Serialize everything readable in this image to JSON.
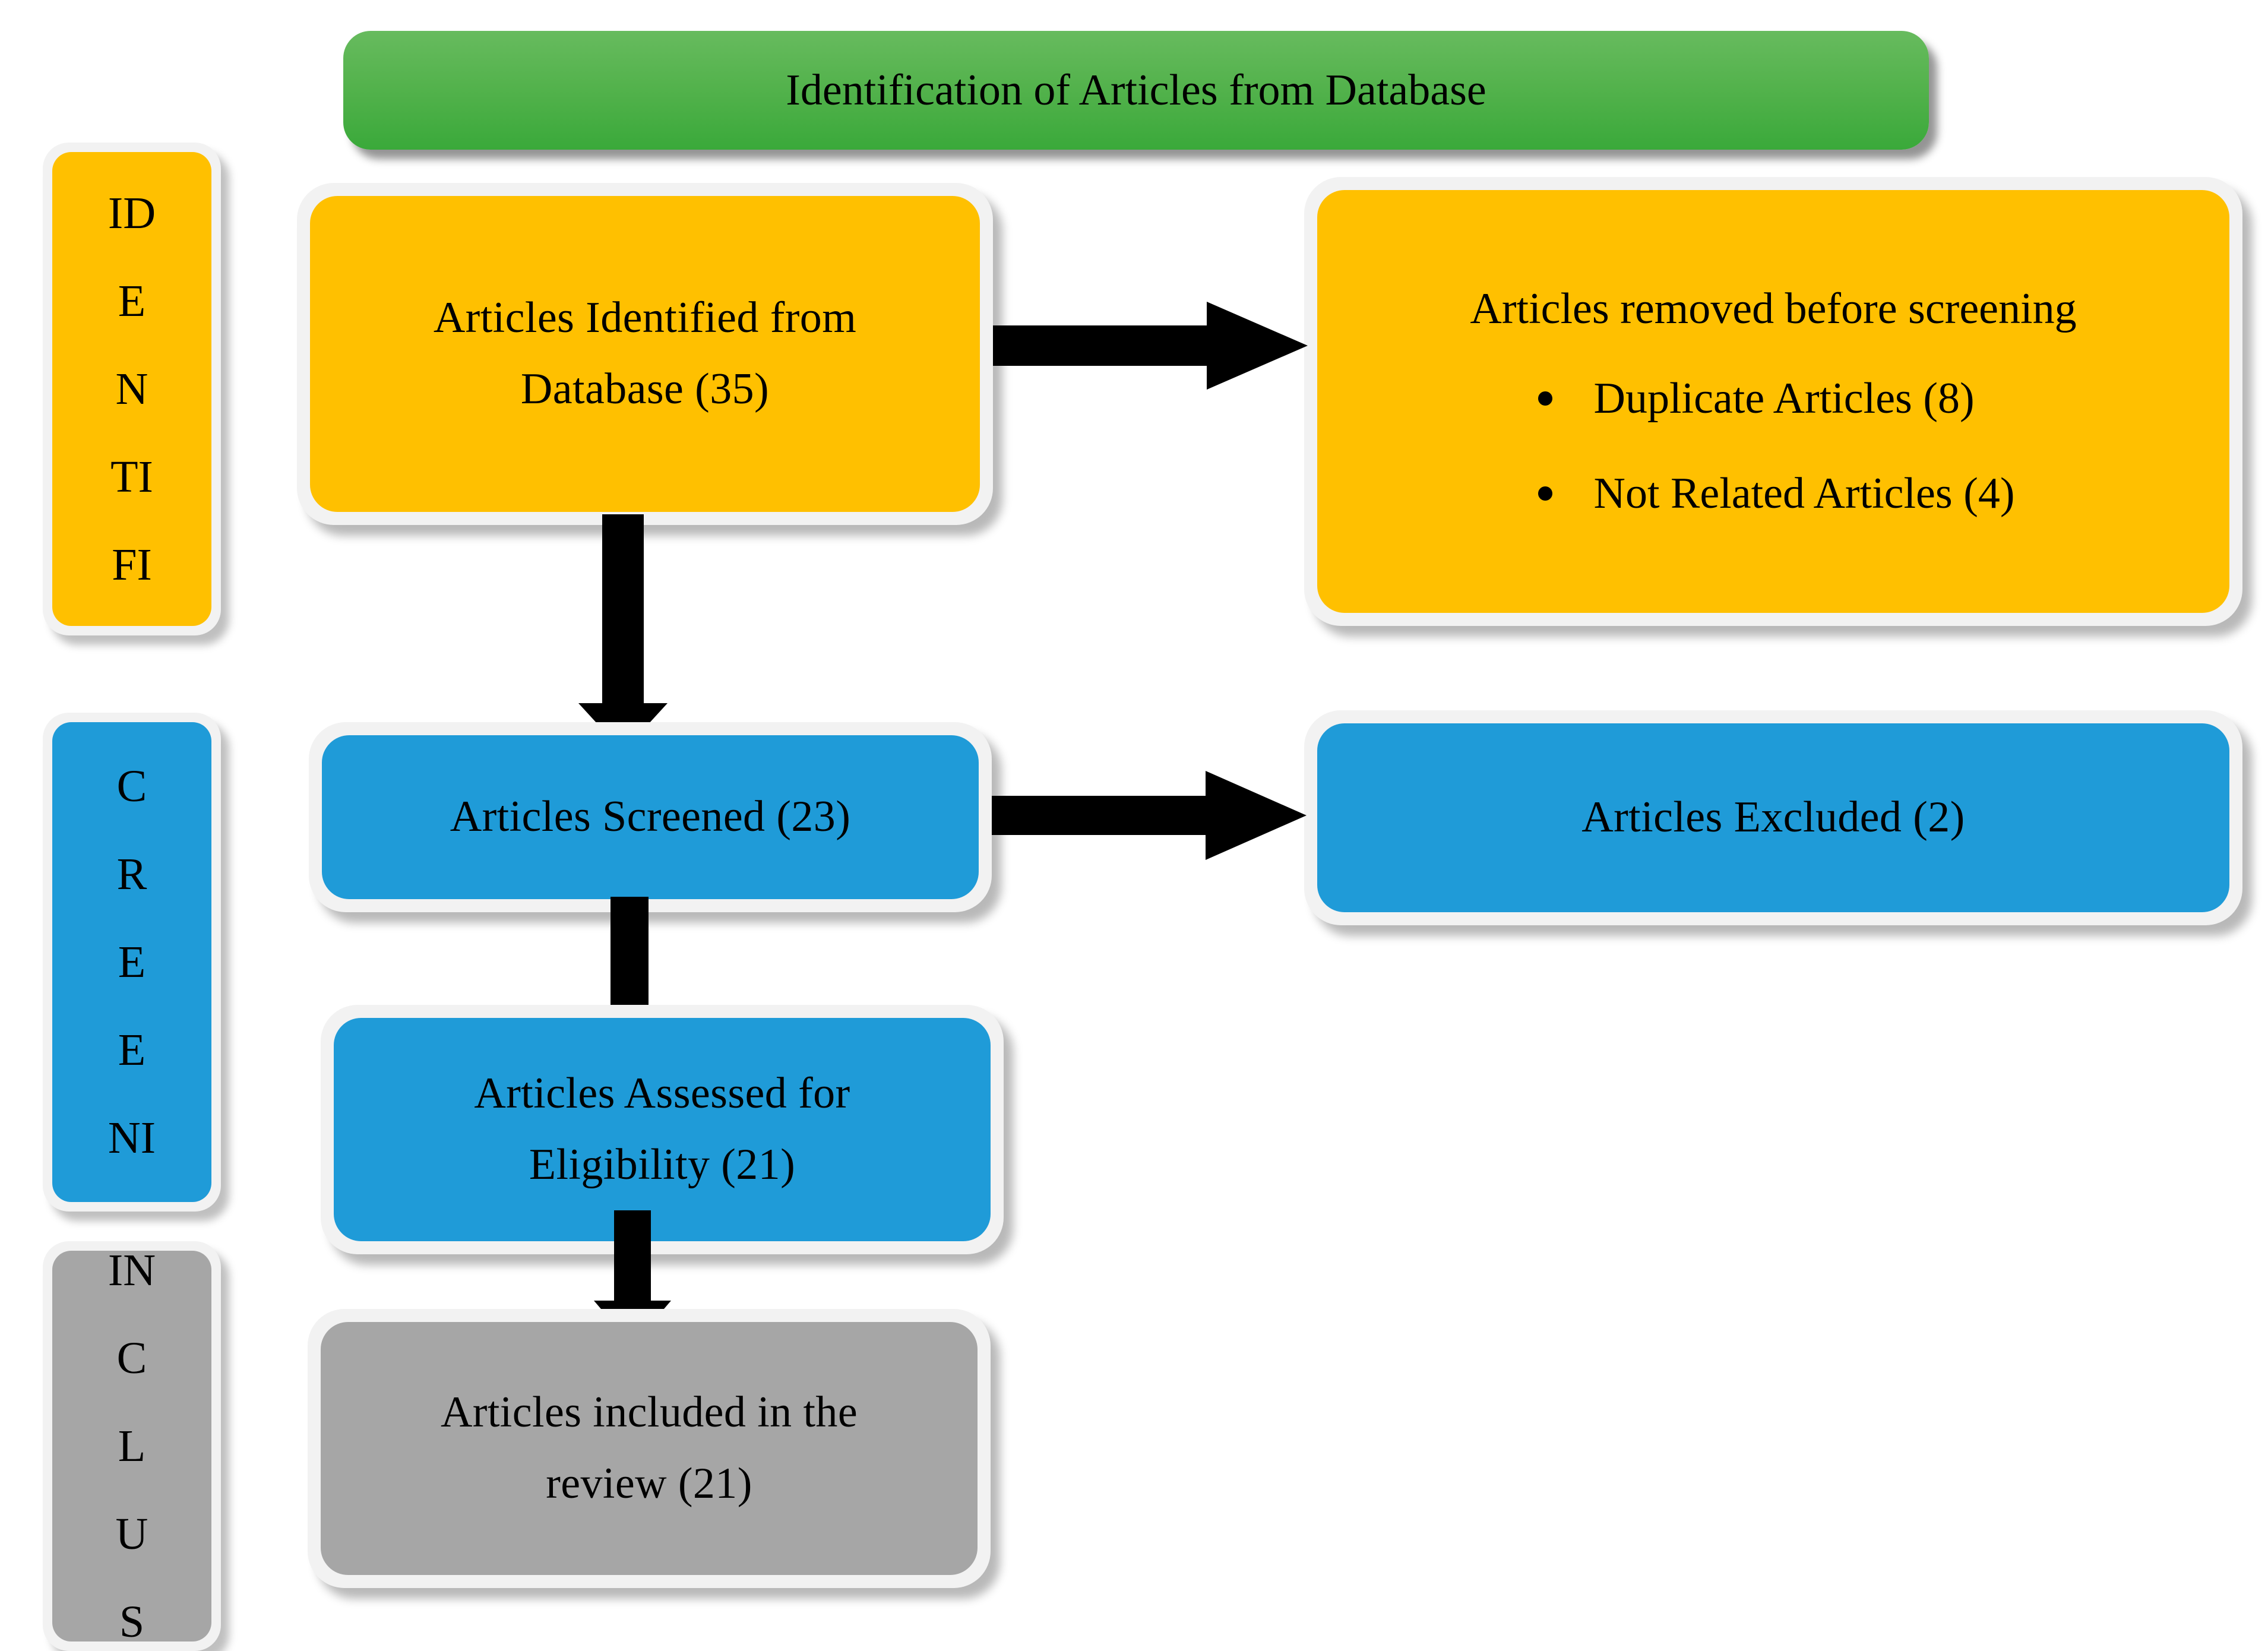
{
  "diagram": {
    "type": "prisma-flow-diagram",
    "banner": {
      "label": "Identification of Articles from Database"
    },
    "phases": [
      {
        "name": "identification",
        "label": "IDENTIFI",
        "color": "#ffc000"
      },
      {
        "name": "screening",
        "label": "SCREENIN",
        "color": "#1f9bd8"
      },
      {
        "name": "inclusion",
        "label": "INCLUS",
        "color": "#a6a6a6"
      }
    ],
    "nodes": {
      "identified": {
        "label": "Articles Identified from\nDatabase (35)",
        "count": 35,
        "color": "#ffc000"
      },
      "removed": {
        "title": "Articles removed before screening",
        "color": "#ffc000",
        "items": [
          {
            "label": "Duplicate Articles (8)",
            "count": 8
          },
          {
            "label": "Not Related Articles (4)",
            "count": 4
          }
        ]
      },
      "screened": {
        "label": "Articles Screened (23)",
        "count": 23,
        "color": "#1f9bd8"
      },
      "excluded": {
        "label": "Articles Excluded (2)",
        "count": 2,
        "color": "#1f9bd8"
      },
      "eligibility": {
        "label": "Articles Assessed for\nEligibility (21)",
        "count": 21,
        "color": "#1f9bd8"
      },
      "included": {
        "label": "Articles included in the\nreview (21)",
        "count": 21,
        "color": "#a6a6a6"
      }
    },
    "arrows": [
      {
        "name": "identified-to-removed",
        "direction": "right"
      },
      {
        "name": "identified-to-screened",
        "direction": "down"
      },
      {
        "name": "screened-to-excluded",
        "direction": "right"
      },
      {
        "name": "screened-to-eligibility",
        "direction": "down"
      },
      {
        "name": "eligibility-to-included",
        "direction": "down"
      }
    ],
    "colors": {
      "identification": "#ffc000",
      "screening": "#1f9bd8",
      "inclusion": "#a6a6a6",
      "banner": "#53b24c",
      "arrow": "#000000",
      "background": "#ffffff"
    }
  }
}
